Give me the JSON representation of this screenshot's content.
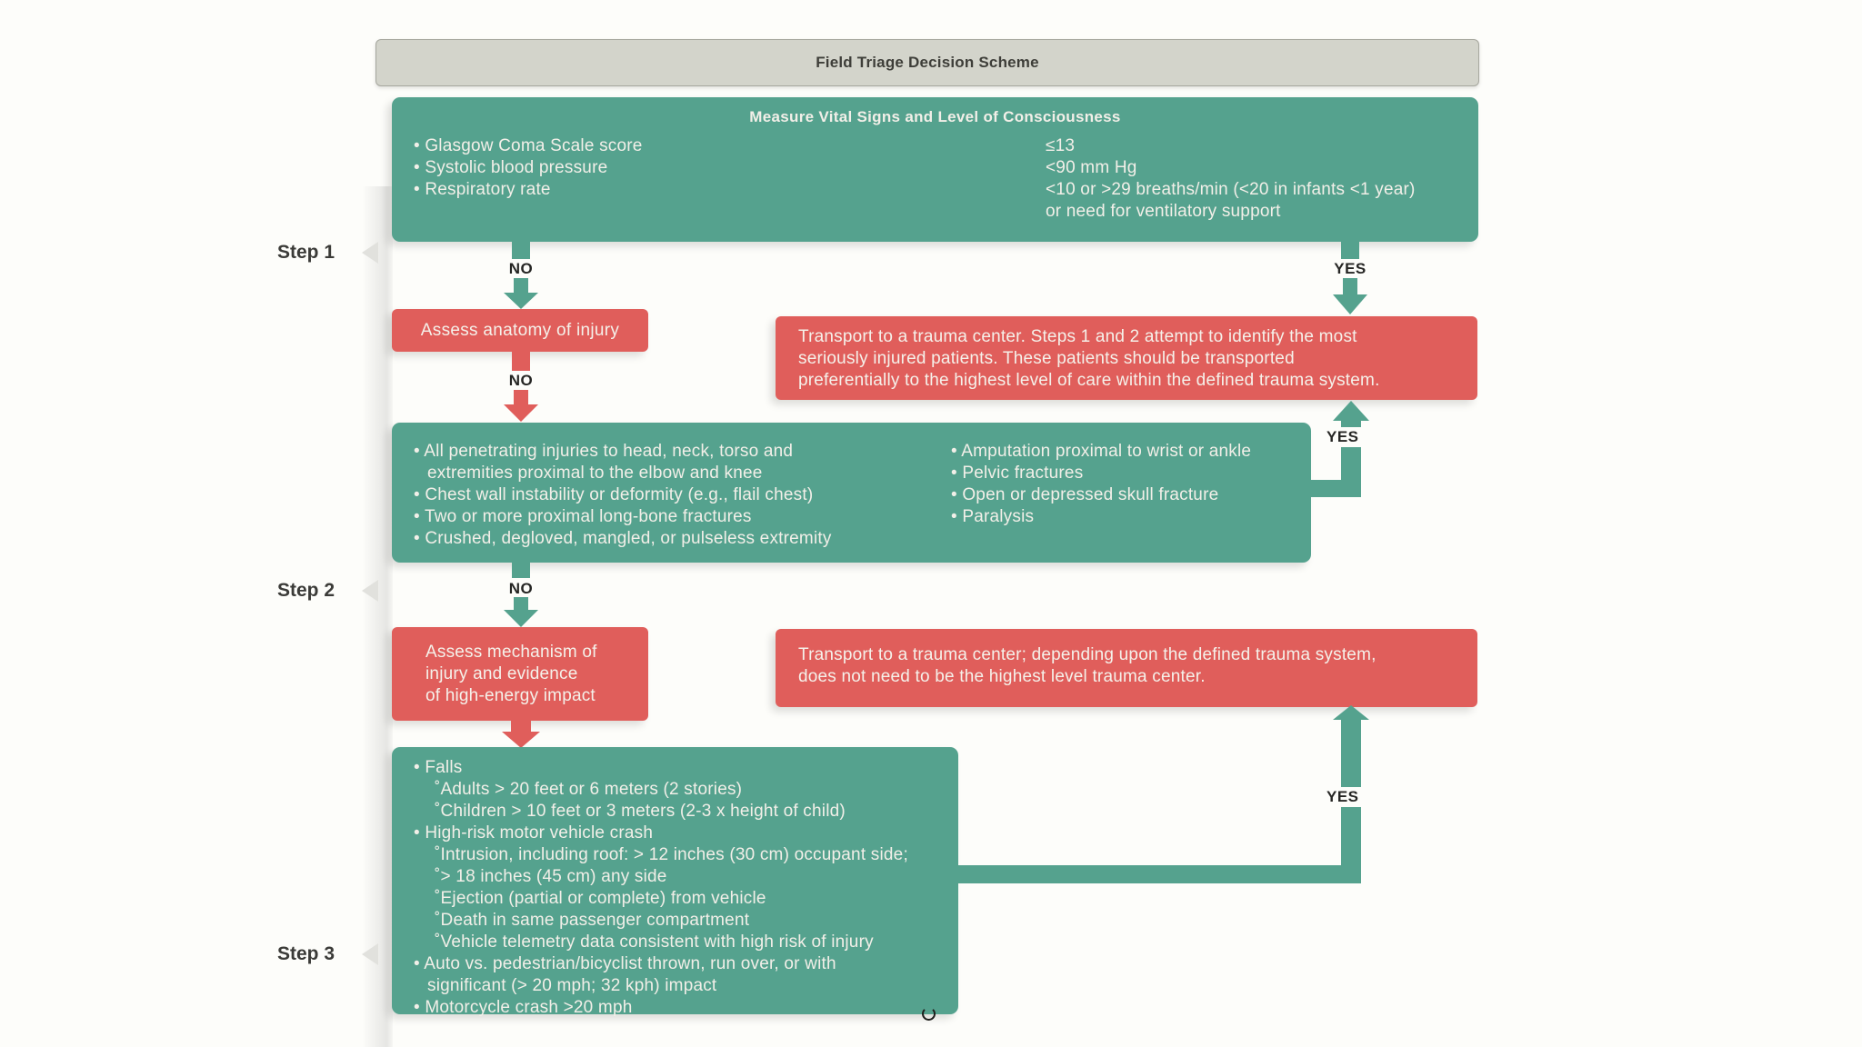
{
  "title": "Field Triage Decision Scheme",
  "colors": {
    "green": "#55A28E",
    "red": "#E05E5B",
    "titlebar": "#D3D4CB"
  },
  "labels": {
    "no": "NO",
    "yes": "YES"
  },
  "steps": [
    "Step 1",
    "Step 2",
    "Step 3"
  ],
  "box1": {
    "header": "Measure Vital Signs and Level of Consciousness",
    "criteria": [
      "• Glasgow Coma Scale score",
      "• Systolic blood pressure",
      "• Respiratory rate"
    ],
    "values": [
      "≤13",
      "<90 mm Hg",
      "<10 or >29 breaths/min (<20 in infants <1 year)",
      "or need for ventilatory support"
    ]
  },
  "assess_anatomy": "Assess anatomy of injury",
  "transport_top": "Transport to a trauma center. Steps 1 and 2 attempt to identify the most\nseriously injured patients.  These patients should be transported\npreferentially to the highest level of care within the defined trauma system.",
  "box2": {
    "left": [
      "• All penetrating injuries to head, neck, torso and",
      "extremities proximal to the elbow and knee",
      "• Chest wall instability or deformity (e.g., flail chest)",
      "• Two or more proximal long-bone fractures",
      "• Crushed, degloved, mangled, or pulseless extremity"
    ],
    "right": [
      "• Amputation proximal to wrist or ankle",
      "• Pelvic fractures",
      "• Open or depressed skull fracture",
      "• Paralysis"
    ]
  },
  "assess_mechanism": "Assess mechanism of\ninjury and evidence\nof high-energy impact",
  "transport_bottom": "Transport to a trauma center; depending upon the defined trauma system,\ndoes not need to be the highest level trauma center.",
  "box3": {
    "lines": [
      "• Falls",
      "˚Adults > 20 feet or 6 meters (2 stories)",
      "˚Children > 10 feet  or 3 meters (2-3 x height of child)",
      "• High-risk motor vehicle crash",
      "˚Intrusion, including roof: > 12 inches (30 cm) occupant side;",
      "˚> 18 inches (45 cm) any side",
      "˚Ejection (partial or complete) from vehicle",
      "˚Death in same passenger compartment",
      "˚Vehicle telemetry data consistent with high risk of injury",
      "• Auto vs. pedestrian/bicyclist thrown, run over, or with",
      "significant (> 20 mph; 32 kph) impact",
      "• Motorcycle crash >20 mph"
    ]
  }
}
